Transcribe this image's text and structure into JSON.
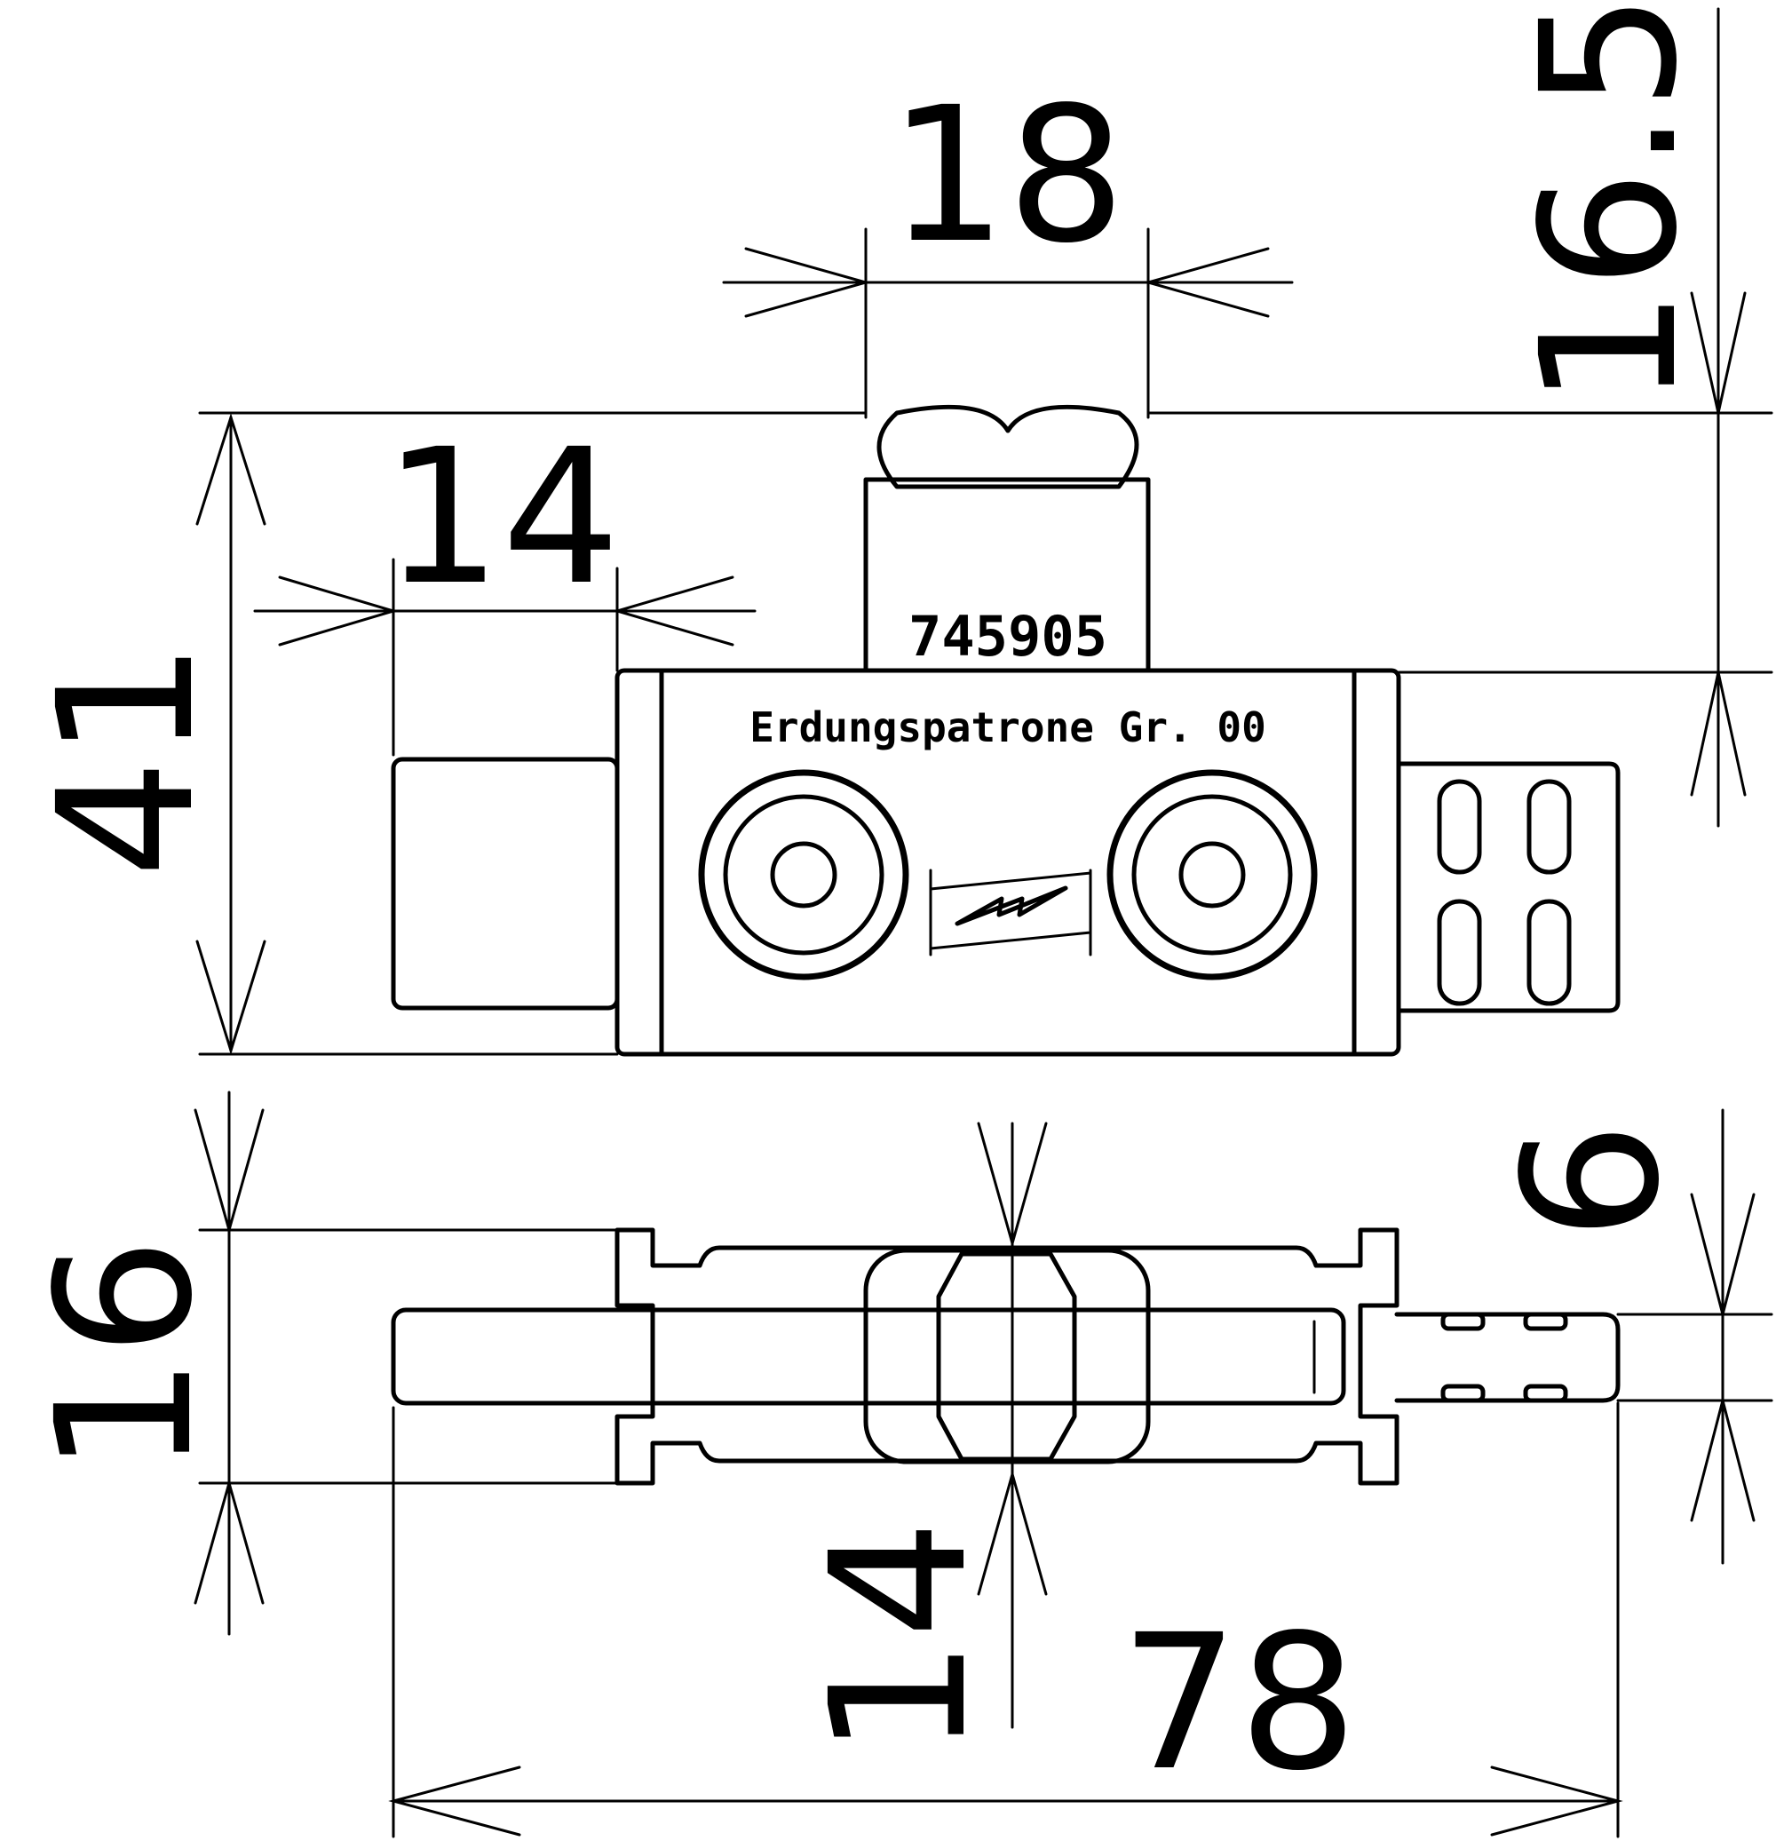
{
  "dimensions": {
    "overall_length": "78",
    "height": "41",
    "contact_width": "18",
    "tab_height": "16.5",
    "left_pin_width": "14",
    "side_thickness": "16",
    "center_thickness": "14",
    "pin_thickness": "6"
  },
  "markings": {
    "part_number": "745905",
    "label": "Erdungspatrone Gr. 00"
  },
  "icons": {
    "symbol": "lightning-bolt-icon"
  },
  "colors": {
    "line": "#000000",
    "background": "#ffffff"
  }
}
